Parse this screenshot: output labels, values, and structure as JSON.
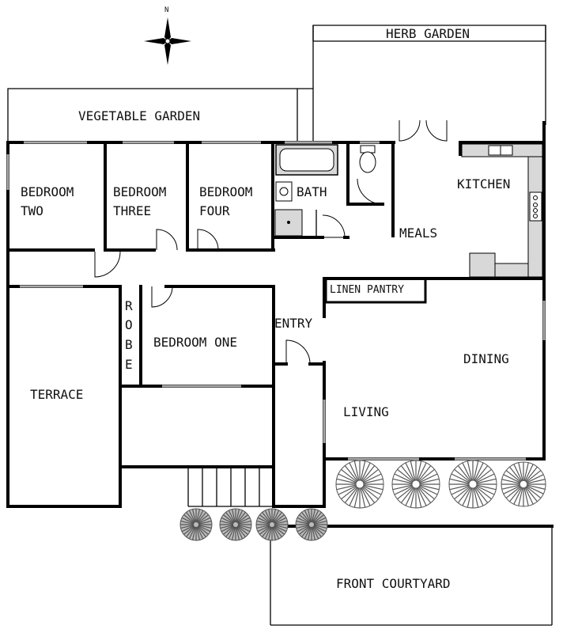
{
  "plan": {
    "north_label": "N",
    "rooms": {
      "herb_garden": "HERB GARDEN",
      "vegetable_garden": "VEGETABLE GARDEN",
      "bedroom_two_line1": "BEDROOM",
      "bedroom_two_line2": "TWO",
      "bedroom_three_line1": "BEDROOM",
      "bedroom_three_line2": "THREE",
      "bedroom_four_line1": "BEDROOM",
      "bedroom_four_line2": "FOUR",
      "bath": "BATH",
      "kitchen": "KITCHEN",
      "meals": "MEALS",
      "linen_pantry": "LINEN PANTRY",
      "robe_letters": [
        "R",
        "O",
        "B",
        "E"
      ],
      "bedroom_one": "BEDROOM ONE",
      "entry": "ENTRY",
      "dining": "DINING",
      "terrace": "TERRACE",
      "living": "LIVING",
      "front_courtyard": "FRONT COURTYARD"
    },
    "colors": {
      "wall": "#000000",
      "window": "#aaaaaa",
      "fixture": "#d8d8d8",
      "shrub": "#555555"
    },
    "icons": [
      "compass-rose-icon",
      "shrub-icon",
      "toilet-icon",
      "bathtub-icon",
      "shower-icon",
      "stove-icon",
      "sink-icon"
    ]
  }
}
